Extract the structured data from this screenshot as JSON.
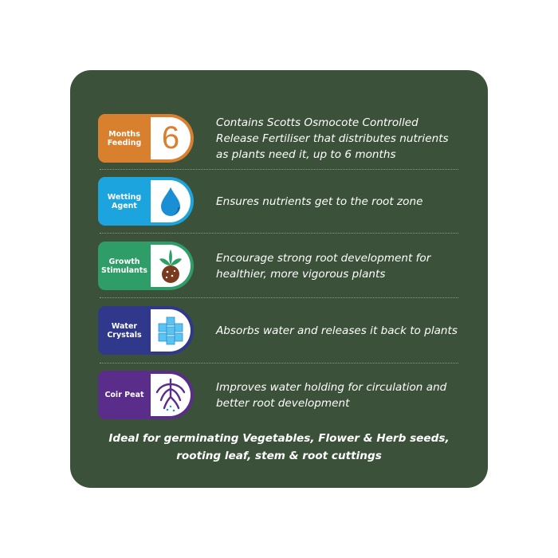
{
  "features": [
    {
      "label": "Months Feeding",
      "icon": "number-six-icon",
      "number": "6",
      "color": "#d9802e",
      "description": "Contains Scotts Osmocote Controlled Release Fertiliser that distributes nutrients as plants need it, up to 6 months"
    },
    {
      "label": "Wetting Agent",
      "icon": "water-drop-icon",
      "color": "#1ca4df",
      "description": "Ensures nutrients get to the root zone"
    },
    {
      "label": "Growth Stimulants",
      "icon": "seedling-soil-icon",
      "color": "#2f9d68",
      "description": "Encourage strong root development for healthier, more vigorous plants"
    },
    {
      "label": "Water Crystals",
      "icon": "crystals-icon",
      "color": "#2f388a",
      "description": "Absorbs water and releases it back to plants"
    },
    {
      "label": "Coir Peat",
      "icon": "roots-icon",
      "color": "#5b2d8a",
      "description": "Improves water holding for circulation and better root development"
    }
  ],
  "footer": {
    "line1": "Ideal for germinating Vegetables, Flower & Herb seeds,",
    "line2": "rooting leaf, stem & root cuttings"
  }
}
